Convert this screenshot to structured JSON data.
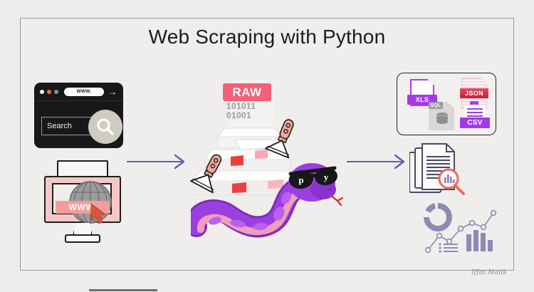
{
  "page": {
    "title": "Web Scraping with Python",
    "background_color": "#eeedeb",
    "frame_border_color": "#9b9b99",
    "signature": "Iffat Malik"
  },
  "browser_window": {
    "name": "browser-mockup",
    "url_text": "WWW.",
    "go_arrow": "→",
    "search_placeholder": "Search",
    "search_icon": "magnifier-icon",
    "traffic_lights": [
      "#f2f2f0",
      "#ef6a42",
      "#8d8d8b"
    ],
    "background_color": "#17181a"
  },
  "monitor": {
    "name": "desktop-monitor",
    "banner_text": "WWW.",
    "banner_color": "#f39c9b",
    "frame_color": "#f6c8c5",
    "globe_icon": "globe-icon",
    "cursor_icon": "cursor-arrow-icon",
    "cursor_color": "#d9543a"
  },
  "raw_data": {
    "name": "raw-data-card",
    "badge_label": "RAW",
    "badge_color": "#f4607a",
    "binary_line_1": "101011",
    "binary_line_2": "01001",
    "binary_color": "#9d9b96"
  },
  "scraping_scene": {
    "name": "paper-stack-and-scrapers",
    "scraper_count": 2,
    "scraper_handle_color": "#f0a89a",
    "sticky_note_colors": [
      "#ea3f3f",
      "#f6a8b4",
      "#f5b6c0"
    ],
    "paper_color": "#fbfbfa"
  },
  "python_snake": {
    "name": "python-snake-mascot",
    "body_color": "#9c3fe0",
    "belly_color": "#f4a3b4",
    "glasses_left_letter": "p",
    "glasses_right_letter": "y",
    "tongue_color": "#d82f2f"
  },
  "arrows": [
    {
      "name": "arrow-step-1",
      "color": "#5a62b0"
    },
    {
      "name": "arrow-step-2",
      "color": "#5a62b0"
    }
  ],
  "file_formats": {
    "name": "output-formats-card",
    "items": [
      {
        "label": "XLS",
        "color": "#a33ae8",
        "icon": "xls-file-icon"
      },
      {
        "label": "JSON",
        "color": "#e0394d",
        "icon": "json-file-icon"
      },
      {
        "label": "SQL",
        "color": "#9b9b9b",
        "icon": "sql-database-icon"
      },
      {
        "label": "CSV",
        "color": "#a33ae8",
        "icon": "csv-file-icon"
      }
    ]
  },
  "analysis": {
    "name": "document-analysis",
    "document_icon": "documents-icon",
    "magnifier_icon": "magnifier-chart-icon",
    "magnifier_color": "#f06a5e",
    "chart_icons": [
      "donut-chart-icon",
      "line-chart-icon",
      "bar-chart-icon",
      "list-icon"
    ],
    "chart_color": "#9288b5"
  }
}
